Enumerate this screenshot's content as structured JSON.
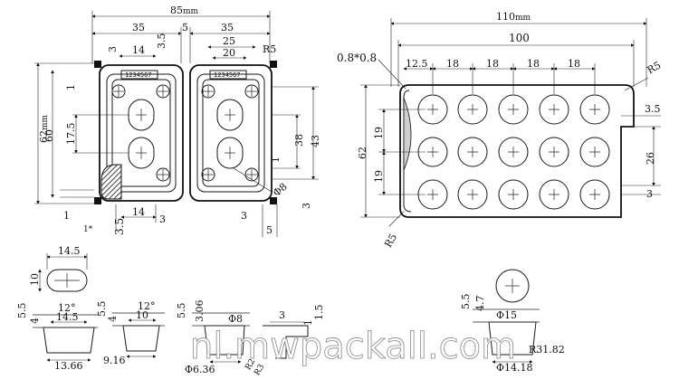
{
  "left_view": {
    "overall_width": "85",
    "overall_unit": "mm",
    "half_width_a": "35",
    "half_width_b": "35",
    "gap": "5",
    "inner_width_left": "14",
    "inner_width_right": "25",
    "inner_width_right2": "20",
    "offset_top": "3",
    "offset_top2": "3.5",
    "height_overall": "62",
    "height_unit": "mm",
    "height_inner": "60",
    "pitch_v": "17.5",
    "pitch_v2": "38",
    "pitch_v3": "43",
    "label_text": "1234567",
    "radius_label": "R5",
    "dia_label": "Φ8",
    "side_1": "1",
    "side_1b": "1",
    "bottom_35": "3.5",
    "bottom_14": "14",
    "bottom_3": "3",
    "bottom_3b": "3",
    "bottom_5": "5",
    "right_1": "1",
    "right_3": "3",
    "detail_mark": "1*"
  },
  "right_view": {
    "overall_width": "110",
    "overall_unit": "mm",
    "inner_width": "100",
    "edge_label": "0.8*0.8",
    "pitch_first": "12.5",
    "pitch_h": [
      "18",
      "18",
      "18",
      "18"
    ],
    "radius_top": "R5",
    "radius_bottom": "R5",
    "height": "62",
    "pitch_v": [
      "19",
      "19"
    ],
    "right_35": "3.5",
    "right_26": "26",
    "right_3": "3"
  },
  "details": {
    "slot_width": "14.5",
    "slot_height": "10",
    "cup1_h1": "5.5",
    "cup1_h2": "4",
    "cup1_top": "14.5",
    "cup1_angle": "12°",
    "cup1_bottom": "13.66",
    "cup2_h1": "5.5",
    "cup2_h2": "4",
    "cup2_top": "10",
    "cup2_angle": "12°",
    "cup2_bottom": "9.16",
    "cup3_h1": "5.5",
    "cup3_h2": "3.06",
    "cup3_dia": "Φ8",
    "cup3_bottom": "Φ6.36",
    "cup3_r": "R2",
    "cup3_r2": "R3",
    "tab_3": "3",
    "tab_1": "1",
    "tab_15": "1.5",
    "round_h1": "5.5",
    "round_h2": "4.7",
    "round_dia": "Φ15",
    "round_radius": "R31.82",
    "round_bottom": "Φ14.18"
  },
  "watermark": "nl.mwpackall.com"
}
